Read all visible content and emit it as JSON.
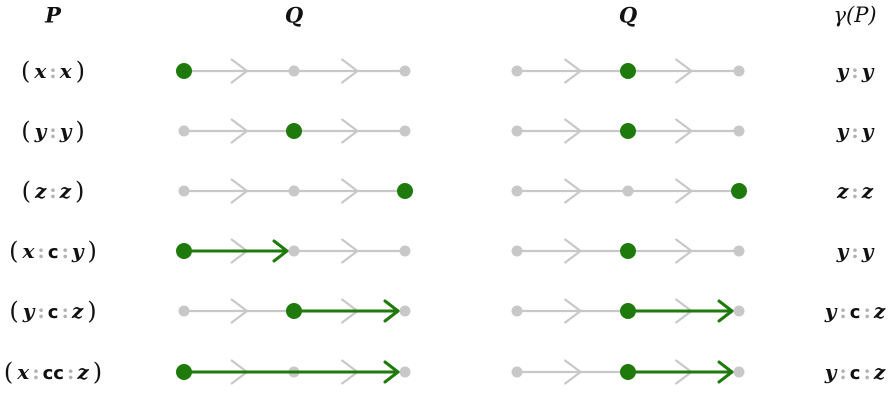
{
  "headers": {
    "p": "P",
    "q_left": "Q",
    "q_right": "Q",
    "gamma": "γ(P)"
  },
  "colors": {
    "track": "#c8c8c8",
    "active": "#1f7a0c",
    "label_sep": "#b3b3b3"
  },
  "diagram": {
    "nodes_per_track": 3,
    "rows": [
      {
        "p": {
          "a": "x",
          "m": [],
          "b": "x"
        },
        "left": {
          "start": 0,
          "end": 0
        },
        "right": {
          "start": 1,
          "end": 1
        },
        "gamma": {
          "a": "y",
          "m": [],
          "b": "y"
        }
      },
      {
        "p": {
          "a": "y",
          "m": [],
          "b": "y"
        },
        "left": {
          "start": 1,
          "end": 1
        },
        "right": {
          "start": 1,
          "end": 1
        },
        "gamma": {
          "a": "y",
          "m": [],
          "b": "y"
        }
      },
      {
        "p": {
          "a": "z",
          "m": [],
          "b": "z"
        },
        "left": {
          "start": 2,
          "end": 2
        },
        "right": {
          "start": 2,
          "end": 2
        },
        "gamma": {
          "a": "z",
          "m": [],
          "b": "z"
        }
      },
      {
        "p": {
          "a": "x",
          "m": [
            "c"
          ],
          "b": "y"
        },
        "left": {
          "start": 0,
          "end": 1
        },
        "right": {
          "start": 1,
          "end": 1
        },
        "gamma": {
          "a": "y",
          "m": [],
          "b": "y"
        }
      },
      {
        "p": {
          "a": "y",
          "m": [
            "c"
          ],
          "b": "z"
        },
        "left": {
          "start": 1,
          "end": 2
        },
        "right": {
          "start": 1,
          "end": 2
        },
        "gamma": {
          "a": "y",
          "m": [
            "c"
          ],
          "b": "z"
        }
      },
      {
        "p": {
          "a": "x",
          "m": [
            "c",
            "c"
          ],
          "b": "z"
        },
        "left": {
          "start": 0,
          "end": 2
        },
        "right": {
          "start": 1,
          "end": 2
        },
        "gamma": {
          "a": "y",
          "m": [
            "c"
          ],
          "b": "z"
        }
      }
    ]
  }
}
